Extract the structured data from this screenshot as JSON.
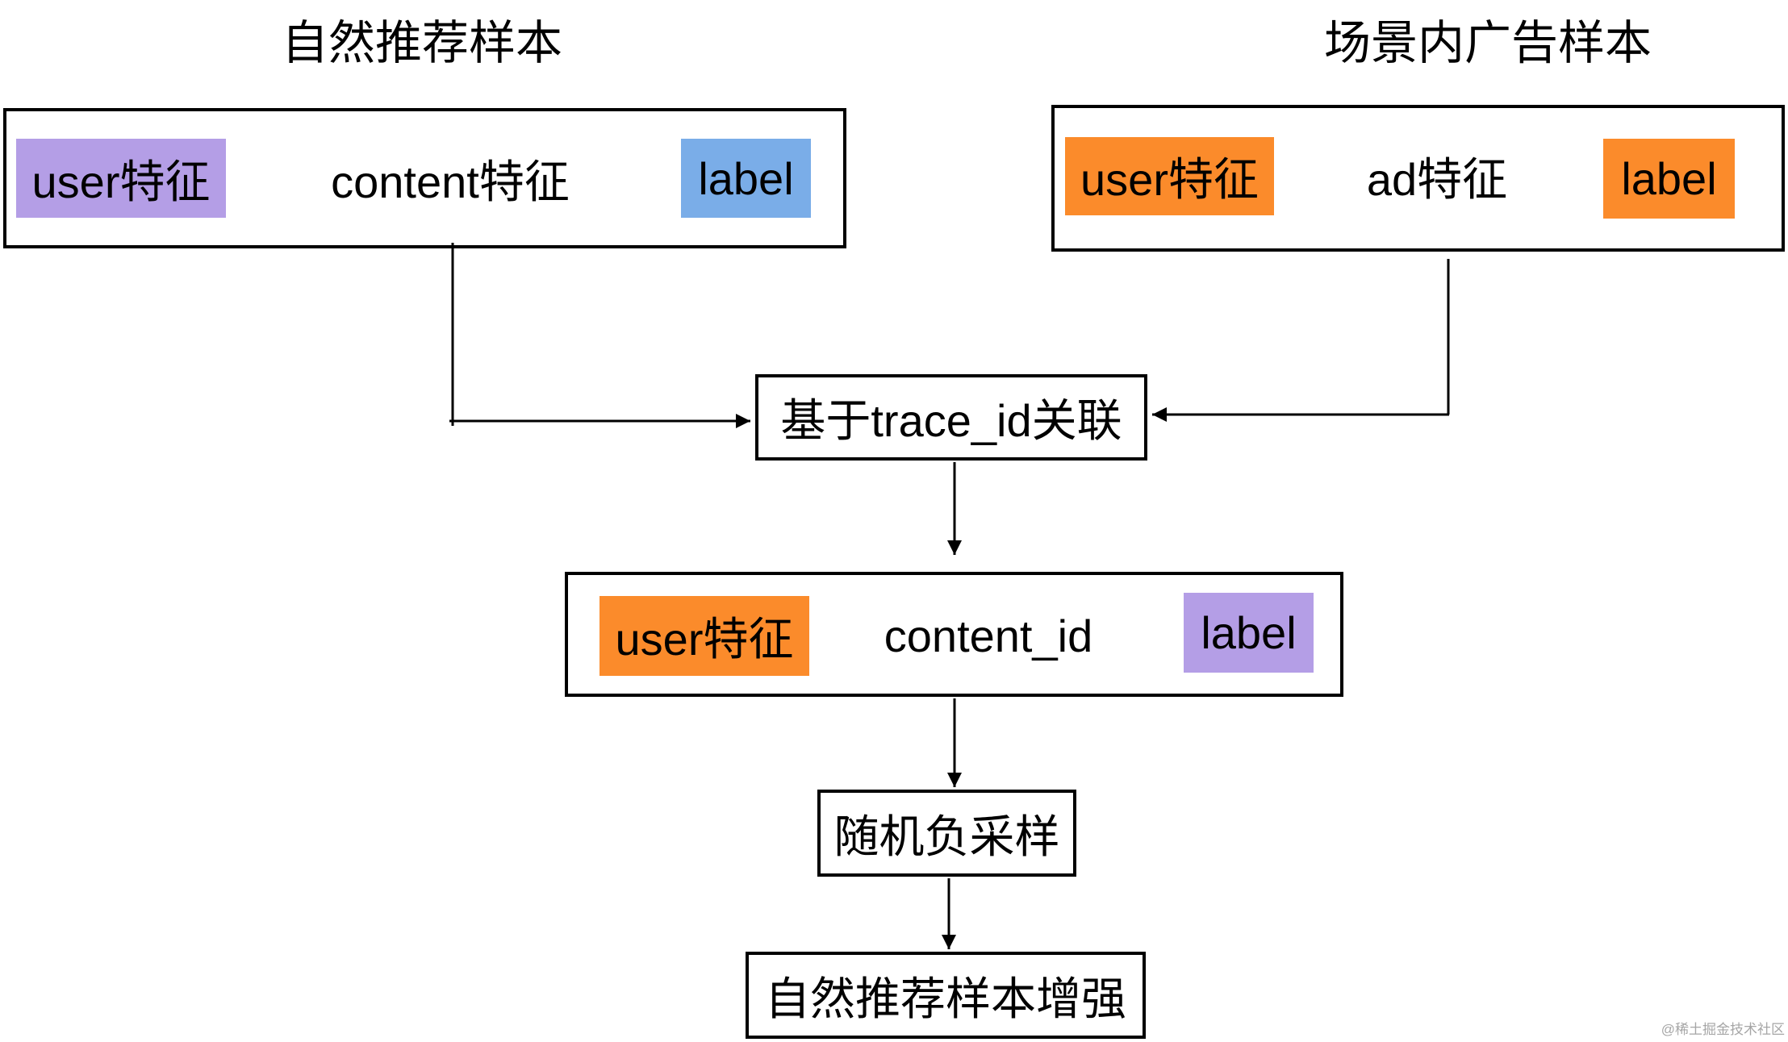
{
  "sources": {
    "organic": {
      "title": "自然推荐样本",
      "fields": {
        "user": "user特征",
        "content": "content特征",
        "label": "label"
      }
    },
    "ad": {
      "title": "场景内广告样本",
      "fields": {
        "user": "user特征",
        "content": "ad特征",
        "label": "label"
      }
    }
  },
  "join": {
    "label": "基于trace_id关联"
  },
  "joined_sample": {
    "user": "user特征",
    "content": "content_id",
    "label": "label"
  },
  "negative_sampling": {
    "label": "随机负采样"
  },
  "output": {
    "label": "自然推荐样本增强"
  },
  "colors": {
    "purple": "#b49ee6",
    "blue": "#7aade8",
    "orange": "#fb8b2b",
    "border": "#000000"
  },
  "watermark": "@稀土掘金技术社区"
}
